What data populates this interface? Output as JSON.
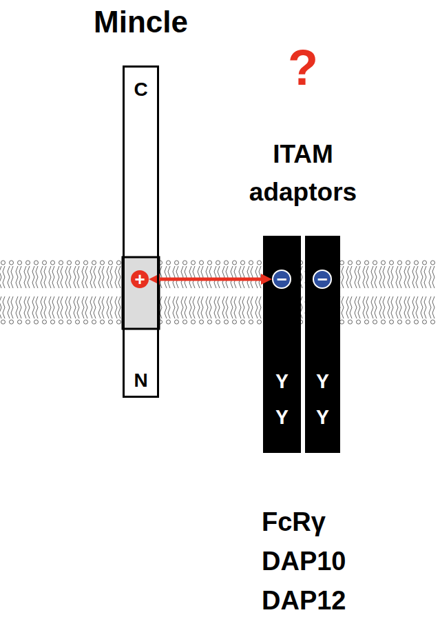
{
  "diagram": {
    "nodes": [
      {
        "text": [
          "Mincle",
          "C",
          "N"
        ]
      },
      {
        "text": [
          "+"
        ],
        "in": 0
      },
      {
        "text": [
          "Y",
          "Y"
        ]
      },
      {
        "text": [
          "−"
        ],
        "in": 2
      },
      {
        "text": [
          "Y",
          "Y"
        ]
      },
      {
        "text": [
          "−"
        ],
        "in": 4
      }
    ],
    "edges": [
      {
        "from": 1,
        "to": 3,
        "arrow": "both"
      }
    ],
    "labels": [
      "?",
      "ITAM adaptors",
      "FcRγ",
      "DAP10",
      "DAP12"
    ]
  }
}
